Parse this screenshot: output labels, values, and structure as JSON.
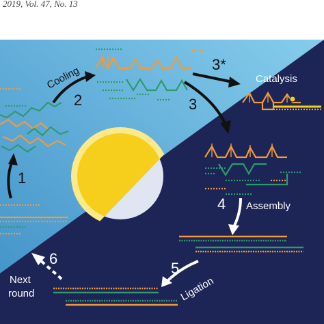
{
  "header": {
    "citation": "2019, Vol. 47, No. 13"
  },
  "steps": {
    "s1": "1",
    "s2": "2",
    "s3": "3",
    "s3star": "3*",
    "s4": "4",
    "s5": "5",
    "s6": "6"
  },
  "labels": {
    "cooling": "Cooling",
    "catalysis": "Catalysis",
    "assembly": "Assembly",
    "ligation": "Ligation",
    "next_round_line1": "Next",
    "next_round_line2": "round"
  },
  "colors": {
    "sky_light": "#7ec6e8",
    "sky_dark": "#3f90c7",
    "night": "#1c2556",
    "sun_yellow": "#f6cf1d",
    "moon": "#dfe6f2",
    "strand_orange": "#f29a3a",
    "strand_green": "#2f9a6e",
    "catalysis_marker": "#f6cf1d"
  }
}
